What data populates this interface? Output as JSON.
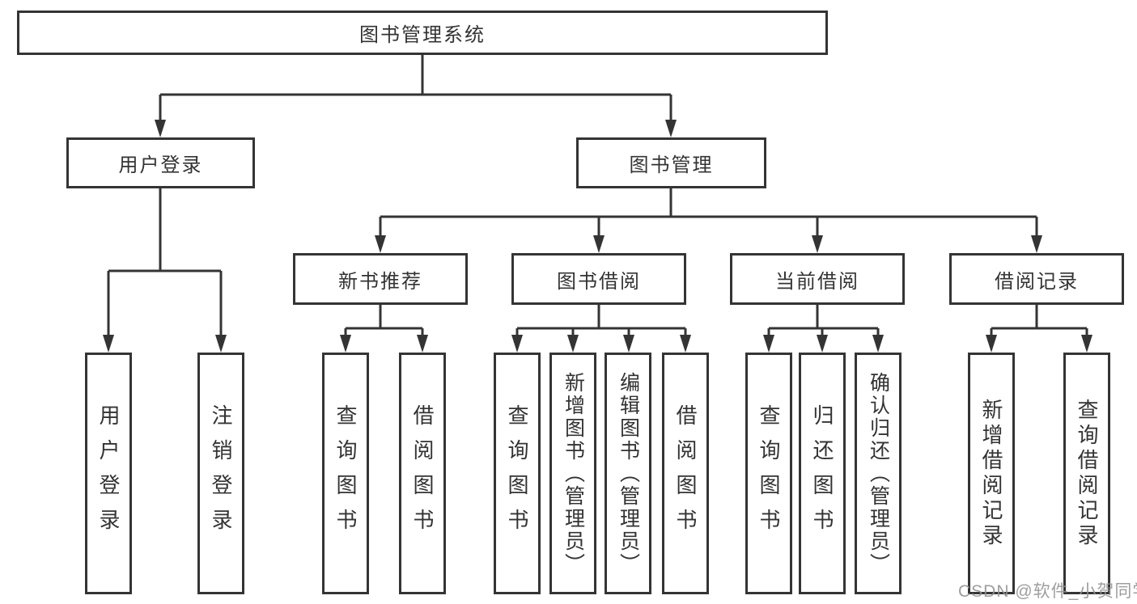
{
  "diagram": {
    "title": "图书管理系统",
    "tree": {
      "label": "图书管理系统",
      "children": [
        {
          "label": "用户登录",
          "children": [
            {
              "label": "用户登录"
            },
            {
              "label": "注销登录"
            }
          ]
        },
        {
          "label": "图书管理",
          "children": [
            {
              "label": "新书推荐",
              "children": [
                {
                  "label": "查询图书"
                },
                {
                  "label": "借阅图书"
                }
              ]
            },
            {
              "label": "图书借阅",
              "children": [
                {
                  "label": "查询图书"
                },
                {
                  "label": "新增图书（管理员）"
                },
                {
                  "label": "编辑图书（管理员）"
                },
                {
                  "label": "借阅图书"
                }
              ]
            },
            {
              "label": "当前借阅",
              "children": [
                {
                  "label": "查询图书"
                },
                {
                  "label": "归还图书"
                },
                {
                  "label": "确认归还（管理员）"
                }
              ]
            },
            {
              "label": "借阅记录",
              "children": [
                {
                  "label": "新增借阅记录"
                },
                {
                  "label": "查询借阅记录"
                }
              ]
            }
          ]
        }
      ]
    },
    "watermark": "CSDN @软件_小贺同学",
    "colors": {
      "line": "#343434",
      "text": "#333333",
      "background": "#ffffff",
      "watermark": "#949494"
    }
  }
}
